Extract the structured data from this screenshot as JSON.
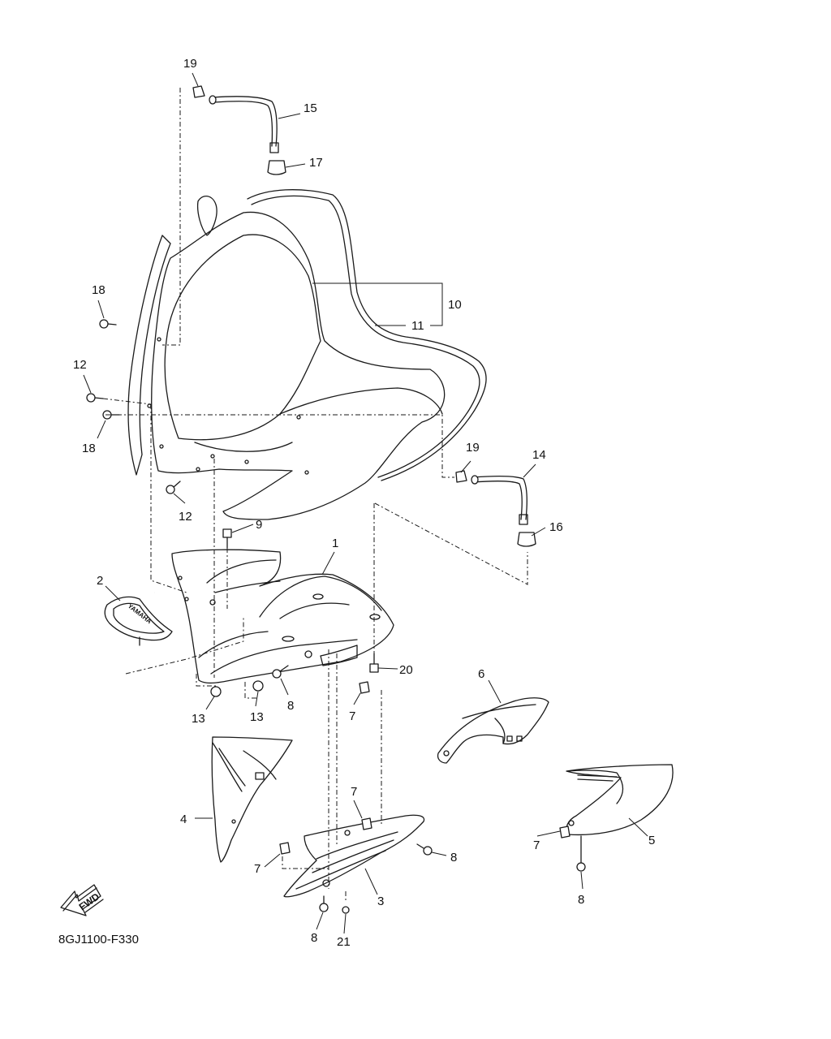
{
  "diagram_code": "8GJ1100-F330",
  "fwd_label": "FWD",
  "logo_text": "YAMAHA",
  "callouts": {
    "c1": "1",
    "c2": "2",
    "c3": "3",
    "c4": "4",
    "c5": "5",
    "c6": "6",
    "c7a": "7",
    "c7b": "7",
    "c7c": "7",
    "c7d": "7",
    "c8a": "8",
    "c8b": "8",
    "c8c": "8",
    "c8d": "8",
    "c9": "9",
    "c10": "10",
    "c11": "11",
    "c12a": "12",
    "c12b": "12",
    "c13a": "13",
    "c13b": "13",
    "c14": "14",
    "c15": "15",
    "c16": "16",
    "c17": "17",
    "c18a": "18",
    "c18b": "18",
    "c19a": "19",
    "c19b": "19",
    "c20": "20",
    "c21": "21"
  }
}
